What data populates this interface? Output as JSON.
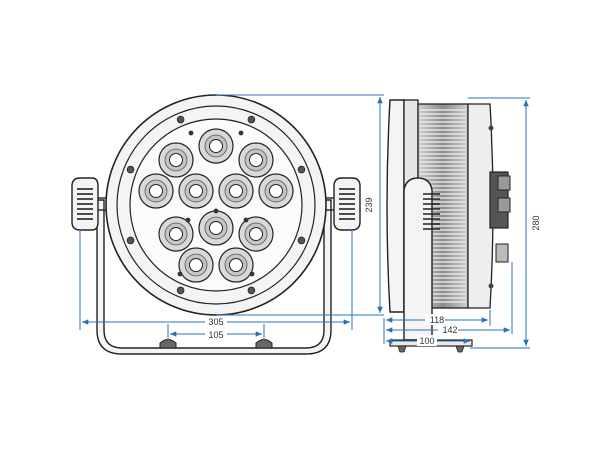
{
  "drawing": {
    "dimensions": {
      "front_width": "305",
      "foot_spacing": "105",
      "front_height": "239",
      "side_depth_body": "118",
      "side_depth_total": "142",
      "side_bracket_depth": "100",
      "side_height_total": "280"
    },
    "front_view": {
      "led_count": 12
    },
    "colors": {
      "outline": "#222222",
      "dimension": "#2b73b8",
      "lens_fill": "#d9d9d9",
      "body_fill": "#f4f4f4"
    }
  }
}
